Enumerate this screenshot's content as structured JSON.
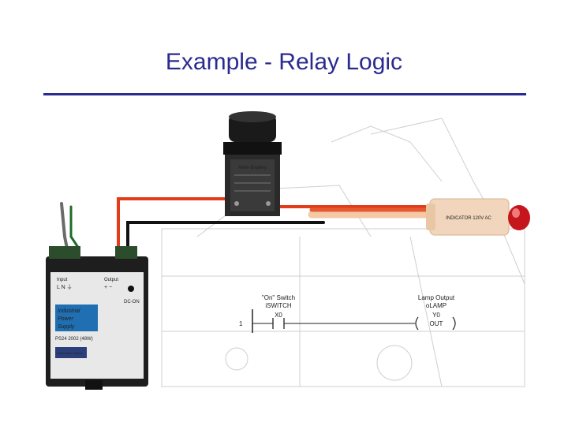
{
  "slide": {
    "title": "Example - Relay Logic"
  },
  "power_supply": {
    "input_label": "Input",
    "input_terminals": "L N ⏚",
    "output_label": "Output",
    "output_terminals": "+ −",
    "brand_lines": [
      "Industrial",
      "Power",
      "Supply"
    ],
    "dc_on_label": "DC-ON",
    "model": "PS24 2002 (48W)",
    "maker": "Automation Direct"
  },
  "push_button": {
    "brand": "Allen-Bradley"
  },
  "lamp": {
    "marking": "INDICATOR 120V AC"
  },
  "ladder": {
    "rung_number": "1",
    "switch_title": "\"On\" Switch",
    "switch_tag": "iSWITCH",
    "switch_address": "X0",
    "output_title": "Lamp Output",
    "output_tag": "oLAMP",
    "output_address": "Y0",
    "output_instruction": "OUT"
  },
  "colors": {
    "title": "#2b2b8f",
    "wire_red": "#e23c1a",
    "wire_black": "#111111",
    "supply_body": "#1e1e1e",
    "lamp_lens": "#c4161c"
  }
}
